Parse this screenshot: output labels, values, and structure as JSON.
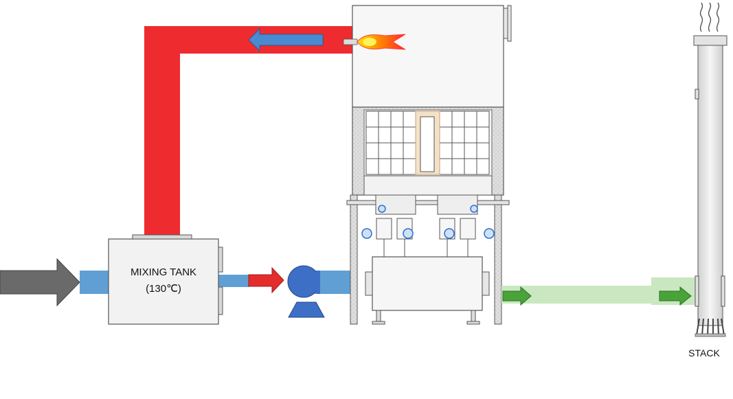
{
  "labels": {
    "mixing_tank_title": "MIXING TANK",
    "mixing_tank_temp": "(130℃)",
    "stack": "STACK"
  },
  "colors": {
    "hot_duct": "#ee2b2f",
    "cool_pipe": "#5f9fd3",
    "clean_duct": "#c9e7c0",
    "flow_arrow_blue": "#4a8ad0",
    "flow_arrow_red": "#e52c2c",
    "flow_arrow_green": "#4aa33a",
    "inlet_arrow": "#6a6a6a",
    "pump": "#3e6fc6"
  },
  "icons": {
    "burner": "flame-icon",
    "pump": "pump-icon"
  }
}
